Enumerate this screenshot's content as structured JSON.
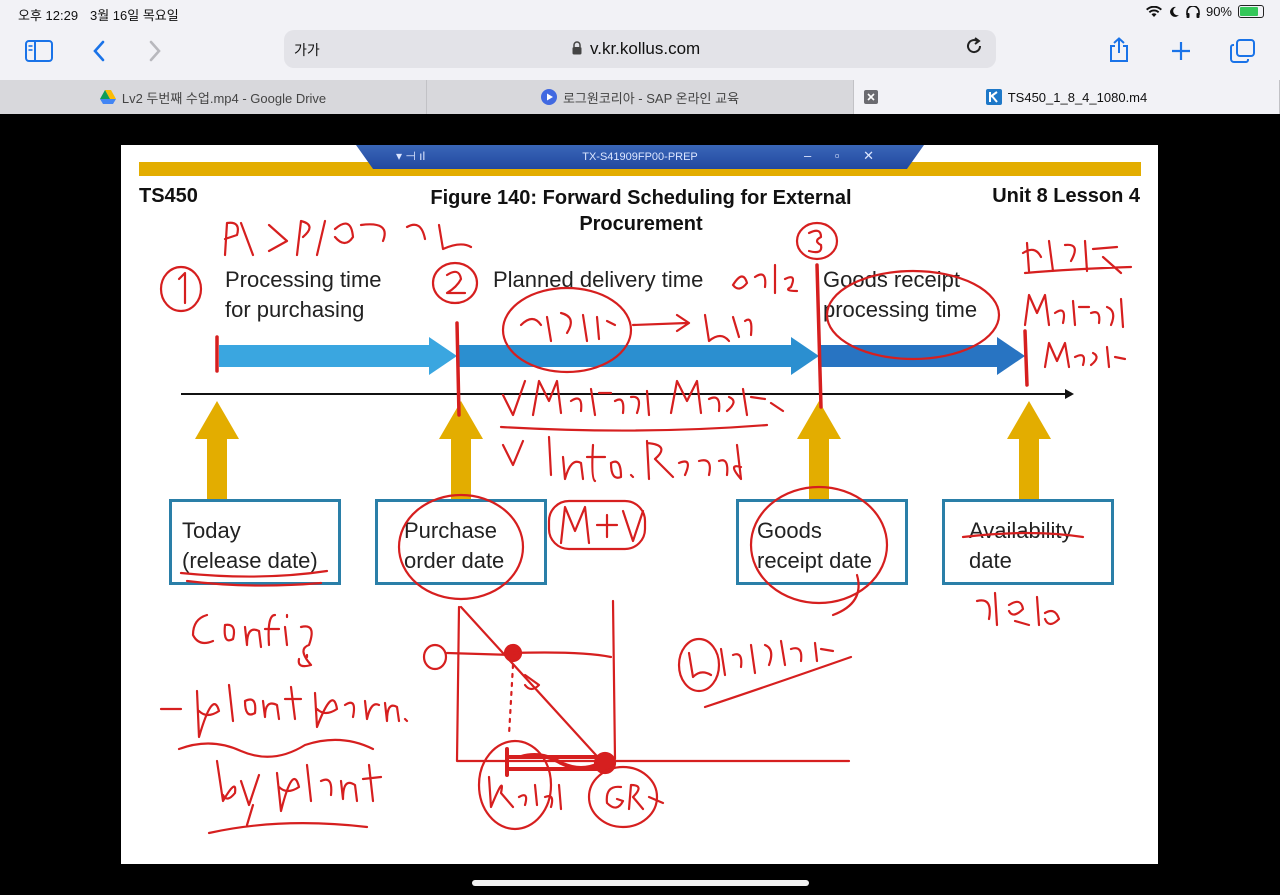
{
  "status": {
    "time": "오후 12:29",
    "date": "3월 16일 목요일",
    "battery": "90%",
    "battery_level": 0.9,
    "icons": [
      "wifi-icon",
      "moon-icon",
      "headphones-icon",
      "battery-icon"
    ]
  },
  "toolbar": {
    "text_size": "가가",
    "url": "v.kr.kollus.com",
    "accent": "#1a73e8"
  },
  "tabs": [
    {
      "label": "Lv2 두번째 수업.mp4 - Google Drive",
      "icon": "google-drive-icon"
    },
    {
      "label": "로그원코리아 - SAP 온라인 교육",
      "icon": "play-circle-icon"
    },
    {
      "label": "TS450_1_8_4_1080.m4",
      "icon": "kollus-icon",
      "active": true
    }
  ],
  "remote": {
    "title": "TX-S41909FP00-PREP"
  },
  "slide": {
    "header_left": "TS450",
    "header_right": "Unit 8 Lesson 4",
    "title": "Figure 140: Forward Scheduling for External Procurement",
    "labels": {
      "processing1": "Processing time",
      "processing2": "for purchasing",
      "planned": "Planned delivery time",
      "gr1": "Goods receipt",
      "gr2": "processing time"
    },
    "boxes": {
      "today1": "Today",
      "today2": "(release date)",
      "po1": "Purchase",
      "po2": "order date",
      "grd1": "Goods",
      "grd2": "receipt date",
      "avail1": "Availability",
      "avail2": "date"
    },
    "colors": {
      "arrow_light": "#3aa6e0",
      "arrow_mid": "#2b8fd0",
      "arrow_dark": "#2874c2",
      "gold": "#e3ad00",
      "box_border": "#2a7fa8",
      "ink": "#d61f1f"
    }
  }
}
